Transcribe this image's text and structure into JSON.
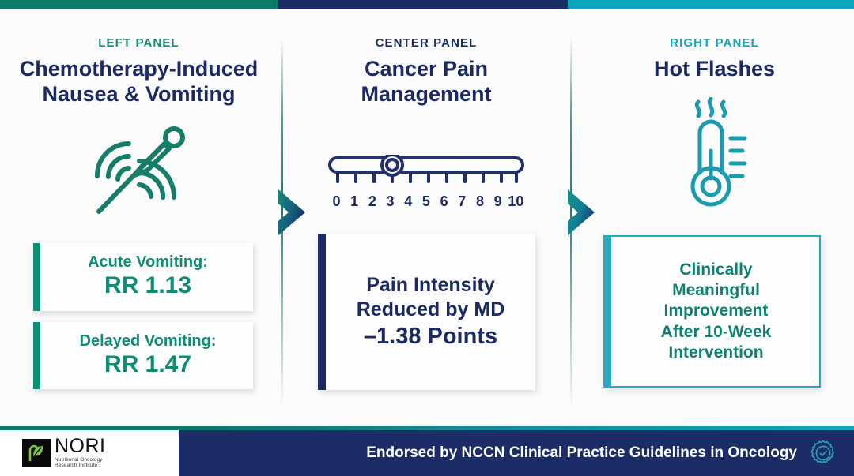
{
  "theme": {
    "green": "#0d8d73",
    "navy": "#1b2a63",
    "cyan": "#2aa8bd",
    "page_bg": "#fbfbfb"
  },
  "top_bar": {
    "segments": [
      {
        "name": "left-segment",
        "color": "#0c7a6b"
      },
      {
        "name": "center-segment",
        "color": "#1c2c66"
      },
      {
        "name": "right-segment",
        "color": "#0ba6bd"
      }
    ]
  },
  "panels": {
    "left": {
      "eyebrow": "LEFT PANEL",
      "title": "Chemotherapy-Induced\nNausea & Vomiting",
      "title_line1": "Chemotherapy-Induced",
      "title_line2": "Nausea & Vomiting",
      "icon": "acupuncture-needle-icon",
      "cards": [
        {
          "label": "Acute Vomiting:",
          "value": "RR 1.13"
        },
        {
          "label": "Delayed Vomiting:",
          "value": "RR 1.47"
        }
      ]
    },
    "center": {
      "eyebrow": "CENTER PANEL",
      "title_line1": "Cancer Pain",
      "title_line2": "Management",
      "icon": "pain-scale-slider-icon",
      "scale": {
        "min": 0,
        "max": 10,
        "marker_value": 3,
        "ticks": [
          "0",
          "1",
          "2",
          "3",
          "4",
          "5",
          "6",
          "7",
          "8",
          "9",
          "10"
        ]
      },
      "card": {
        "line1": "Pain Intensity",
        "line2": "Reduced by MD",
        "line3": "–1.38 Points"
      }
    },
    "right": {
      "eyebrow": "RIGHT PANEL",
      "title_line1": "Hot Flashes",
      "icon": "thermometer-heat-icon",
      "card": {
        "line1": "Clinically",
        "line2": "Meaningful",
        "line3": "Improvement",
        "line4": "After 10-Week",
        "line5": "Intervention"
      }
    }
  },
  "footer": {
    "logo": {
      "mark": "leaf-icon",
      "name": "NORI",
      "sub_line1": "Nutritional Oncology",
      "sub_line2": "Research Institute"
    },
    "endorsement": "Endorsed by NCCN Clinical Practice Guidelines in Oncology",
    "badge": "verified-check-badge-icon"
  }
}
